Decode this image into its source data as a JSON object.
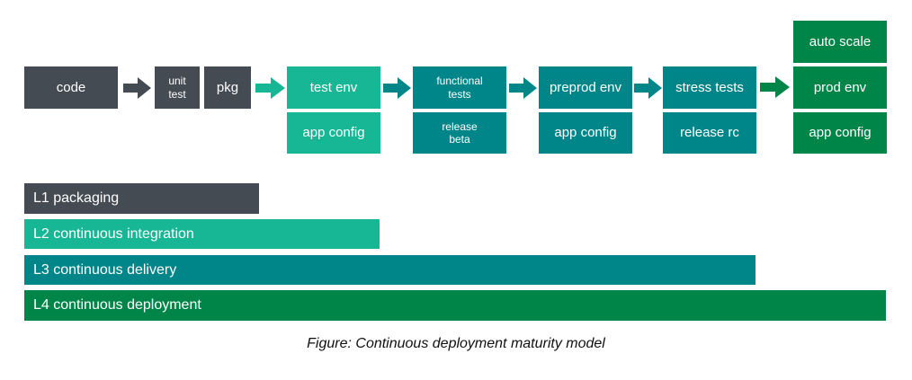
{
  "colors": {
    "dark": "#454B53",
    "green": "#17B795",
    "teal": "#008689",
    "dark_green": "#008549",
    "text_on_fill": "#FFFFFF",
    "caption_text": "#111111"
  },
  "pipeline": {
    "code": "code",
    "unit_test": "unit test",
    "pkg": "pkg",
    "test_env": "test env",
    "test_env_config": "app config",
    "functional_tests": "functional tests",
    "release_beta": "release beta",
    "preprod_env": "preprod env",
    "preprod_config": "app config",
    "stress_tests": "stress tests",
    "release_rc": "release rc",
    "auto_scale": "auto scale",
    "prod_env": "prod env",
    "prod_config": "app config"
  },
  "levels": {
    "l1": "L1 packaging",
    "l2": "L2 continuous integration",
    "l3": "L3 continuous delivery",
    "l4": "L4 continuous deployment"
  },
  "caption": "Figure: Continuous deployment maturity model"
}
